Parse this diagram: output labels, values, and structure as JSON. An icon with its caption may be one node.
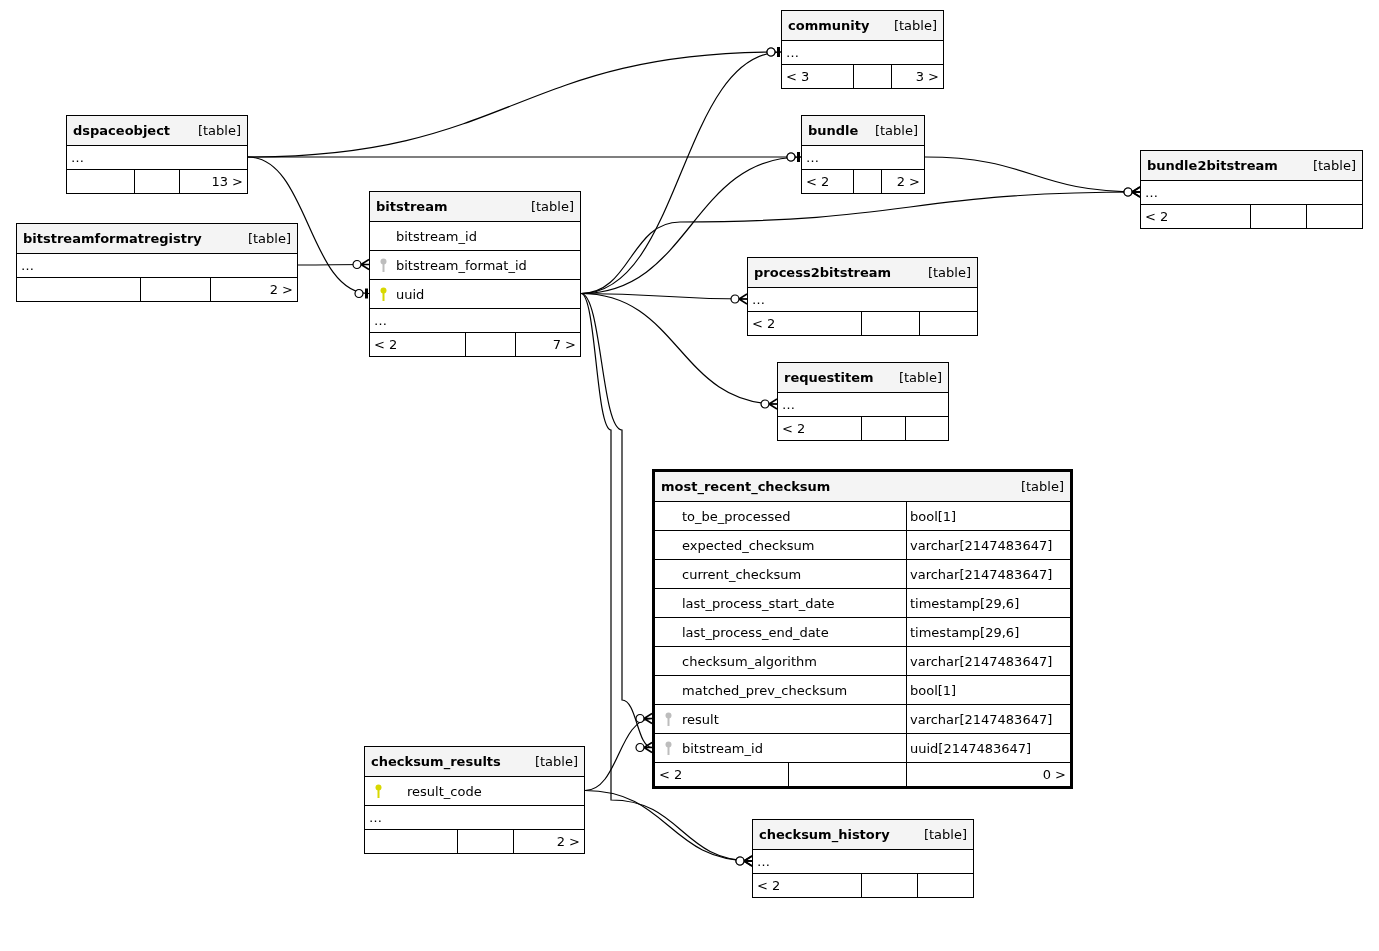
{
  "diagram": {
    "nodes": [
      {
        "text": [
          "community",
          "[table]"
        ]
      },
      {
        "text": [
          "…"
        ],
        "in": 0
      },
      {
        "text": [
          "< 3",
          "3 >"
        ],
        "in": 0
      },
      {
        "text": [
          "dspaceobject",
          "[table]"
        ]
      },
      {
        "text": [
          "…"
        ],
        "in": 3
      },
      {
        "text": [
          "13 >"
        ],
        "in": 3
      },
      {
        "text": [
          "bundle",
          "[table]"
        ]
      },
      {
        "text": [
          "…"
        ],
        "in": 6
      },
      {
        "text": [
          "< 2",
          "2 >"
        ],
        "in": 6
      },
      {
        "text": [
          "bundle2bitstream",
          "[table]"
        ]
      },
      {
        "text": [
          "…"
        ],
        "in": 9
      },
      {
        "text": [
          "< 2"
        ],
        "in": 9
      },
      {
        "text": [
          "bitstream",
          "[table]"
        ]
      },
      {
        "text": [
          "bitstream_id"
        ],
        "in": 12
      },
      {
        "text": [
          "bitstream_format_id"
        ],
        "in": 12
      },
      {
        "text": [
          "uuid"
        ],
        "in": 12
      },
      {
        "text": [
          "…"
        ],
        "in": 12
      },
      {
        "text": [
          "< 2",
          "7 >"
        ],
        "in": 12
      },
      {
        "text": [
          "bitstreamformatregistry",
          "[table]"
        ]
      },
      {
        "text": [
          "…"
        ],
        "in": 18
      },
      {
        "text": [
          "2 >"
        ],
        "in": 18
      },
      {
        "text": [
          "process2bitstream",
          "[table]"
        ]
      },
      {
        "text": [
          "…"
        ],
        "in": 21
      },
      {
        "text": [
          "< 2"
        ],
        "in": 21
      },
      {
        "text": [
          "requestitem",
          "[table]"
        ]
      },
      {
        "text": [
          "…"
        ],
        "in": 24
      },
      {
        "text": [
          "< 2"
        ],
        "in": 24
      },
      {
        "text": [
          "most_recent_checksum",
          "[table]"
        ]
      },
      {
        "text": [
          "to_be_processed",
          "bool[1]"
        ],
        "in": 27
      },
      {
        "text": [
          "expected_checksum",
          "varchar[2147483647]"
        ],
        "in": 27
      },
      {
        "text": [
          "current_checksum",
          "varchar[2147483647]"
        ],
        "in": 27
      },
      {
        "text": [
          "last_process_start_date",
          "timestamp[29,6]"
        ],
        "in": 27
      },
      {
        "text": [
          "last_process_end_date",
          "timestamp[29,6]"
        ],
        "in": 27
      },
      {
        "text": [
          "checksum_algorithm",
          "varchar[2147483647]"
        ],
        "in": 27
      },
      {
        "text": [
          "matched_prev_checksum",
          "bool[1]"
        ],
        "in": 27
      },
      {
        "text": [
          "result",
          "varchar[2147483647]"
        ],
        "in": 27
      },
      {
        "text": [
          "bitstream_id",
          "uuid[2147483647]"
        ],
        "in": 27
      },
      {
        "text": [
          "< 2",
          "0 >"
        ],
        "in": 27
      },
      {
        "text": [
          "checksum_results",
          "[table]"
        ]
      },
      {
        "text": [
          "result_code"
        ],
        "in": 38
      },
      {
        "text": [
          "…"
        ],
        "in": 38
      },
      {
        "text": [
          "2 >"
        ],
        "in": 38
      },
      {
        "text": [
          "checksum_history",
          "[table]"
        ]
      },
      {
        "text": [
          "…"
        ],
        "in": 42
      },
      {
        "text": [
          "< 2"
        ],
        "in": 42
      }
    ],
    "edges": [
      {
        "from": 4,
        "to": 1,
        "arrow": "other"
      },
      {
        "from": 4,
        "to": 7,
        "arrow": "other"
      },
      {
        "from": 4,
        "to": 15,
        "arrow": "other"
      },
      {
        "from": 19,
        "to": 14,
        "arrow": "other"
      },
      {
        "from": 15,
        "to": 1,
        "arrow": "other"
      },
      {
        "from": 15,
        "to": 7,
        "arrow": "other"
      },
      {
        "from": 7,
        "to": 10,
        "arrow": "other"
      },
      {
        "from": 15,
        "to": 10,
        "arrow": "other"
      },
      {
        "from": 15,
        "to": 22,
        "arrow": "other"
      },
      {
        "from": 15,
        "to": 25,
        "arrow": "other"
      },
      {
        "from": 15,
        "to": 36,
        "arrow": "other"
      },
      {
        "from": 15,
        "to": 43,
        "arrow": "other"
      },
      {
        "from": 39,
        "to": 35,
        "arrow": "other"
      },
      {
        "from": 39,
        "to": 43,
        "arrow": "other"
      }
    ]
  }
}
